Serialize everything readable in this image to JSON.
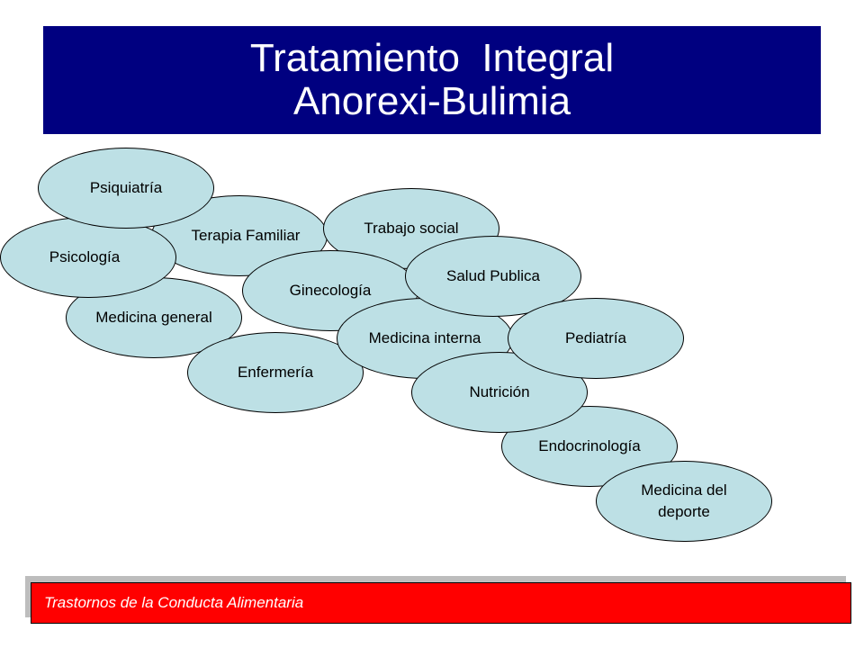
{
  "title": {
    "line1": "Tratamiento  Integral",
    "line2": "Anorexi-Bulimia"
  },
  "disciplines": {
    "terapia_familiar": "Terapia Familiar",
    "medicina_general": "Medicina general",
    "psicologia": "Psicología",
    "psiquiatria": "Psiquiatría",
    "ginecologia": "Ginecología",
    "trabajo_social": "Trabajo social",
    "enfermeria": "Enfermería",
    "medicina_interna": "Medicina interna",
    "salud_publica": "Salud Publica",
    "endocrinologia": "Endocrinología",
    "nutricion": "Nutrición",
    "pediatria": "Pediatría",
    "medicina_deporte": "Medicina del deporte"
  },
  "footer": {
    "text": "Trastornos de la Conducta Alimentaria"
  },
  "colors": {
    "banner": "#000080",
    "ellipse_fill": "#bde0e5",
    "footer": "#ff0000"
  }
}
